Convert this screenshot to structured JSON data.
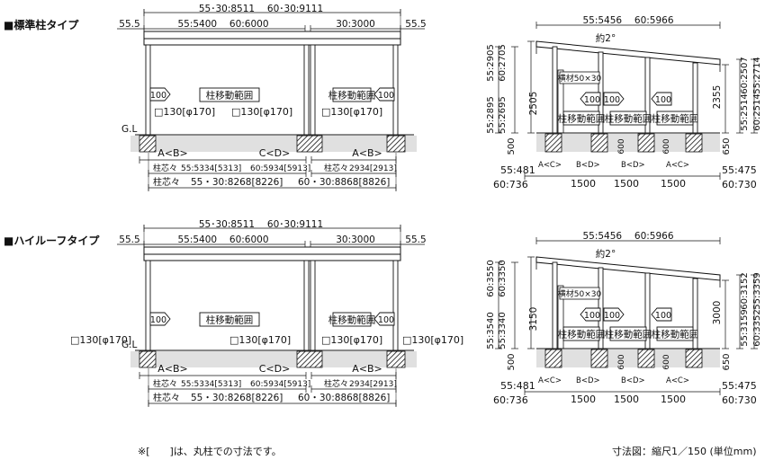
{
  "headers": {
    "standard": "■標準柱タイプ",
    "highroof": "■ハイルーフタイプ"
  },
  "footer": {
    "note": "※[　　]は、丸柱での寸法です。",
    "scale": "寸法図：縮尺1／150 (単位mm)"
  },
  "front": {
    "total": "55･30:8511　 60･30:9111",
    "edge": "55.5",
    "bay1": "55:5400　 60:6000",
    "bay2": "30:3000",
    "gl": "G.L",
    "sect_a": "A<B>",
    "sect_c": "C<D>",
    "pitch_label": "柱芯々",
    "pitch_a": "55:5334[5313]",
    "pitch_c": "60:5934[5913]",
    "pitch_b": "2934[2913]",
    "pitch_total_left": "55・30:8268[8226]",
    "pitch_total_right": "60・30:8868[8826]",
    "move_range": "柱移動範囲",
    "move_range_short": "柱移動範囲",
    "hundred": "100",
    "post": "□130[φ170]"
  },
  "side": {
    "top": "55:5456　 60:5966",
    "angle": "約2°",
    "beam": "横材50×30",
    "move_range": "柱移動範囲",
    "hundred": "100",
    "foundation": "500",
    "foundation_mid": "600",
    "foundation_right": "650",
    "b_left": "55:481",
    "b_left2": "60:736",
    "b_mid": "1500",
    "b_right": "55:475",
    "b_right2": "60:730",
    "cut_a": "A<C>",
    "cut_b": "B<D>"
  },
  "standard_side": {
    "h_left_a": "55:2905",
    "h_left_b": "60:2705",
    "h_left_c": "55:2895",
    "h_left_d": "55:2695",
    "h_mid": "2505",
    "h_right_a": "60:2507",
    "h_right_b": "60:2514",
    "h_right_c": "55:2514",
    "h_right_d": "55:2714",
    "h_right_mid": "2355"
  },
  "highroof_side": {
    "h_left_a": "60:3550",
    "h_left_b": "60:3350",
    "h_left_c": "55:3540",
    "h_left_d": "55:3340",
    "h_mid": "3150",
    "h_right_a": "60:3152",
    "h_right_b": "60:3352",
    "h_right_c": "55:3159",
    "h_right_d": "55:3359",
    "h_right_mid": "3000"
  }
}
